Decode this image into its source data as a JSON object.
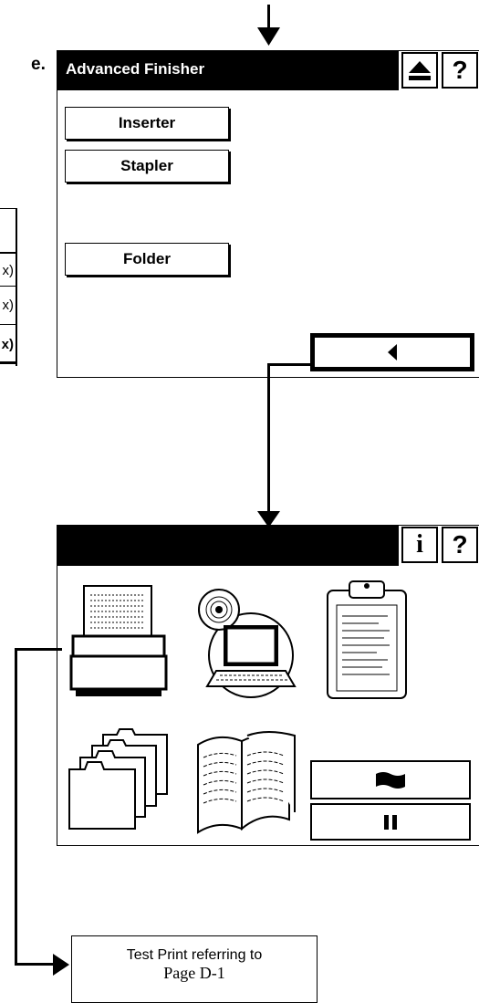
{
  "finisher_screen": {
    "step_label": "e.",
    "title": "Advanced Finisher",
    "buttons": {
      "inserter": "Inserter",
      "stapler": "Stapler",
      "folder": "Folder"
    },
    "header_icons": [
      "eject-icon",
      "help-icon"
    ],
    "back_icon": "left-arrow-icon"
  },
  "partial_table": {
    "rows": [
      "x)",
      "x)",
      "x)"
    ]
  },
  "main_menu_screen": {
    "header_icons": [
      "info-icon",
      "help-icon"
    ],
    "icons": [
      "printer-icon",
      "computer-cd-icon",
      "clipboard-icon",
      "folders-icon",
      "open-book-icon"
    ],
    "side_buttons": [
      "flag-icon",
      "pause-icon"
    ]
  },
  "output_box": {
    "line1": "Test Print referring to",
    "line2": "Page D-1"
  }
}
